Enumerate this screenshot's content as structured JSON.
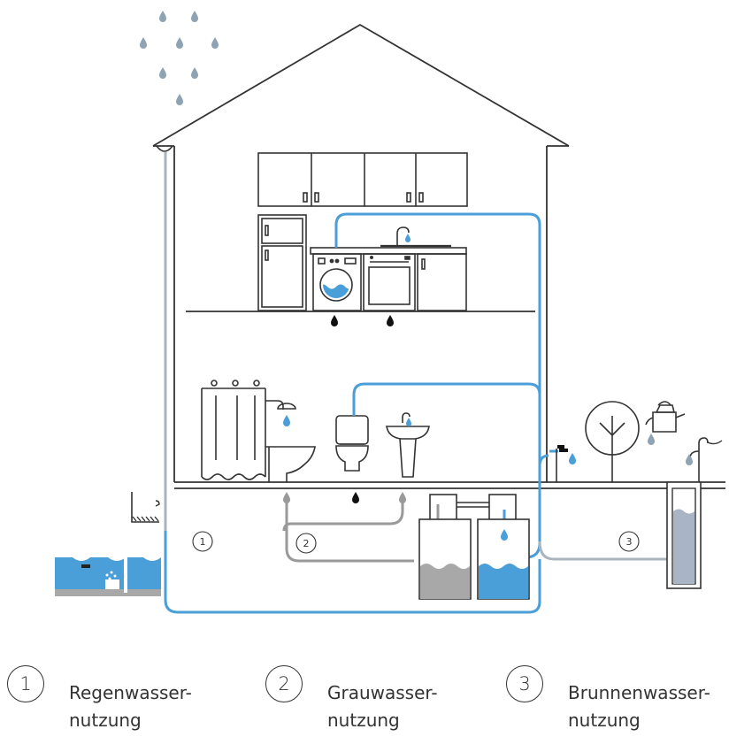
{
  "colors": {
    "line": "#333333",
    "freshwater_pipe": "#4a9fd8",
    "greywater_pipe": "#9a9a9a",
    "rainwater_pipe": "#a9b4be",
    "water_fill": "#4a9fd8",
    "greywater_fill": "#a8a8a8",
    "well_fill": "#a9b4c4",
    "raindrop": "#8fa3b5"
  },
  "markers": [
    {
      "number": "1"
    },
    {
      "number": "2"
    },
    {
      "number": "3"
    }
  ],
  "legend": [
    {
      "number": "1",
      "line1": "Regenwasser-",
      "line2": "nutzung"
    },
    {
      "number": "2",
      "line1": "Grauwasser-",
      "line2": "nutzung"
    },
    {
      "number": "3",
      "line1": "Brunnenwasser-",
      "line2": "nutzung"
    }
  ]
}
